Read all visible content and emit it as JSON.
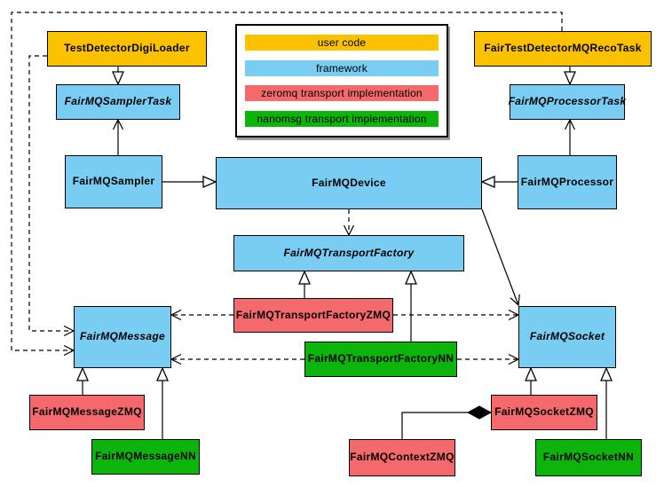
{
  "colors": {
    "user_code": "#FCC200",
    "framework": "#79CCF2",
    "zeromq": "#F4696B",
    "nanomsg": "#0CB40C",
    "line": "#000000",
    "legend_shadow": "#9A9A9A"
  },
  "legend": {
    "items": [
      {
        "label": "user code",
        "color": "#FCC200"
      },
      {
        "label": "framework",
        "color": "#79CCF2"
      },
      {
        "label": "zeromq transport implementation",
        "color": "#F4696B"
      },
      {
        "label": "nanomsg transport implementation",
        "color": "#0CB40C"
      }
    ]
  },
  "nodes": {
    "test_detector_digi_loader": {
      "label": "TestDetectorDigiLoader",
      "category": "user code",
      "abstract": false
    },
    "fairmq_sampler_task": {
      "label": "FairMQSamplerTask",
      "category": "framework",
      "abstract": true
    },
    "fairmq_sampler": {
      "label": "FairMQSampler",
      "category": "framework",
      "abstract": false
    },
    "fair_test_detector_mq_reco_task": {
      "label": "FairTestDetectorMQRecoTask",
      "category": "user code",
      "abstract": false
    },
    "fairmq_processor_task": {
      "label": "FairMQProcessorTask",
      "category": "framework",
      "abstract": true
    },
    "fairmq_processor": {
      "label": "FairMQProcessor",
      "category": "framework",
      "abstract": false
    },
    "fairmq_device": {
      "label": "FairMQDevice",
      "category": "framework",
      "abstract": false
    },
    "fairmq_transport_factory": {
      "label": "FairMQTransportFactory",
      "category": "framework",
      "abstract": true
    },
    "fairmq_transport_factory_zmq": {
      "label": "FairMQTransportFactoryZMQ",
      "category": "zeromq",
      "abstract": false
    },
    "fairmq_transport_factory_nn": {
      "label": "FairMQTransportFactoryNN",
      "category": "nanomsg",
      "abstract": false
    },
    "fairmq_message": {
      "label": "FairMQMessage",
      "category": "framework",
      "abstract": true
    },
    "fairmq_socket": {
      "label": "FairMQSocket",
      "category": "framework",
      "abstract": true
    },
    "fairmq_message_zmq": {
      "label": "FairMQMessageZMQ",
      "category": "zeromq",
      "abstract": false
    },
    "fairmq_message_nn": {
      "label": "FairMQMessageNN",
      "category": "nanomsg",
      "abstract": false
    },
    "fairmq_context_zmq": {
      "label": "FairMQContextZMQ",
      "category": "zeromq",
      "abstract": false
    },
    "fairmq_socket_zmq": {
      "label": "FairMQSocketZMQ",
      "category": "zeromq",
      "abstract": false
    },
    "fairmq_socket_nn": {
      "label": "FairMQSocketNN",
      "category": "nanomsg",
      "abstract": false
    }
  }
}
